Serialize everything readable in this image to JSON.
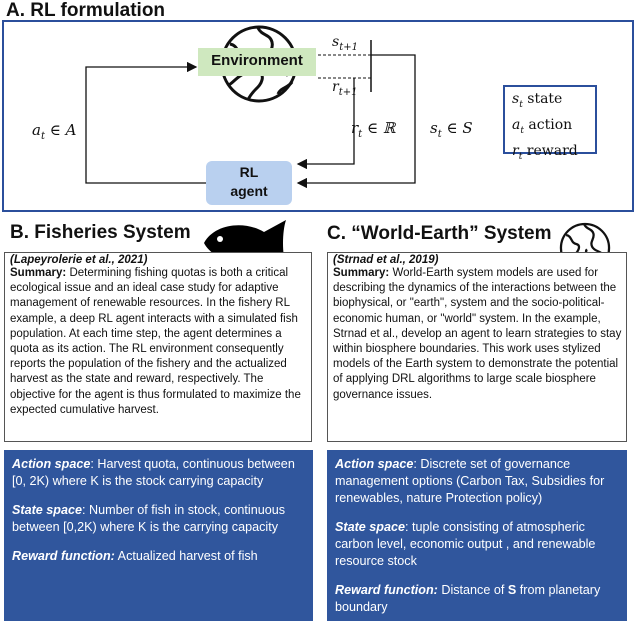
{
  "panel_a": {
    "title": "A. RL formulation",
    "environment_label": "Environment",
    "agent_label_line1": "RL",
    "agent_label_line2": "agent",
    "s_next": "s",
    "s_next_sub": "t+1",
    "r_next": "r",
    "r_next_sub": "t+1",
    "action_label": "a",
    "action_sub": "t",
    "action_set": " ∈ A",
    "reward_label": "r",
    "reward_sub": "t",
    "reward_set": " ∈ ℝ",
    "state_label": "s",
    "state_sub": "t",
    "state_set": " ∈ S",
    "legend": [
      {
        "sym": "s",
        "sub": "t",
        "text": " state"
      },
      {
        "sym": "a",
        "sub": "t",
        "text": " action"
      },
      {
        "sym": "r",
        "sub": "t",
        "text": " reward"
      }
    ]
  },
  "panel_b": {
    "title": "B. Fisheries System",
    "reference": "(Lapeyrolerie et al., 2021)",
    "summary_label": "Summary:",
    "summary_text": " Determining fishing quotas is both a critical ecological issue and an ideal case study for adaptive management of renewable resources. In the fishery RL example, a deep RL agent interacts with a simulated fish population. At each time step, the agent determines a quota as its action. The RL environment consequently reports the population of the fishery and the actualized harvest as the state and reward, respectively. The objective for the agent is thus formulated to maximize the expected cumulative harvest.",
    "action_label": "Action space",
    "action_text": ": Harvest quota, continuous between [0, 2K) where K is the stock carrying capacity",
    "state_label": "State space",
    "state_text": ": Number of fish in stock, continuous between [0,2K) where K is the carrying capacity",
    "reward_label": "Reward function:",
    "reward_text": " Actualized harvest of fish"
  },
  "panel_c": {
    "title": "C. “World-Earth” System",
    "reference": "(Strnad et al., 2019)",
    "summary_label": "Summary:",
    "summary_text": " World-Earth system models are used for describing the dynamics of the interactions between the biophysical, or \"earth\", system and the socio-political-economic human, or \"world\" system. In the example, Strnad et al., develop an agent to learn strategies to stay within biosphere boundaries. This work uses stylized models of the Earth system to demonstrate the potential of applying DRL algorithms to large scale biosphere governance issues.",
    "action_label": "Action space",
    "action_text": ": Discrete set of governance management options (Carbon Tax, Subsidies for renewables, nature Protection policy)",
    "state_label": "State space",
    "state_text": ": tuple consisting of atmospheric carbon level, economic output , and renewable resource stock",
    "reward_label": "Reward function:",
    "reward_text_pre": " Distance of ",
    "reward_text_bold": "S",
    "reward_text_post": " from planetary boundary"
  },
  "colors": {
    "frame_blue": "#2b4f9c",
    "info_blue": "#30569d",
    "environment_green": "#cfe8bf",
    "agent_blue": "#b9d0ef"
  },
  "icons": [
    "globe-icon",
    "fish-icon"
  ]
}
